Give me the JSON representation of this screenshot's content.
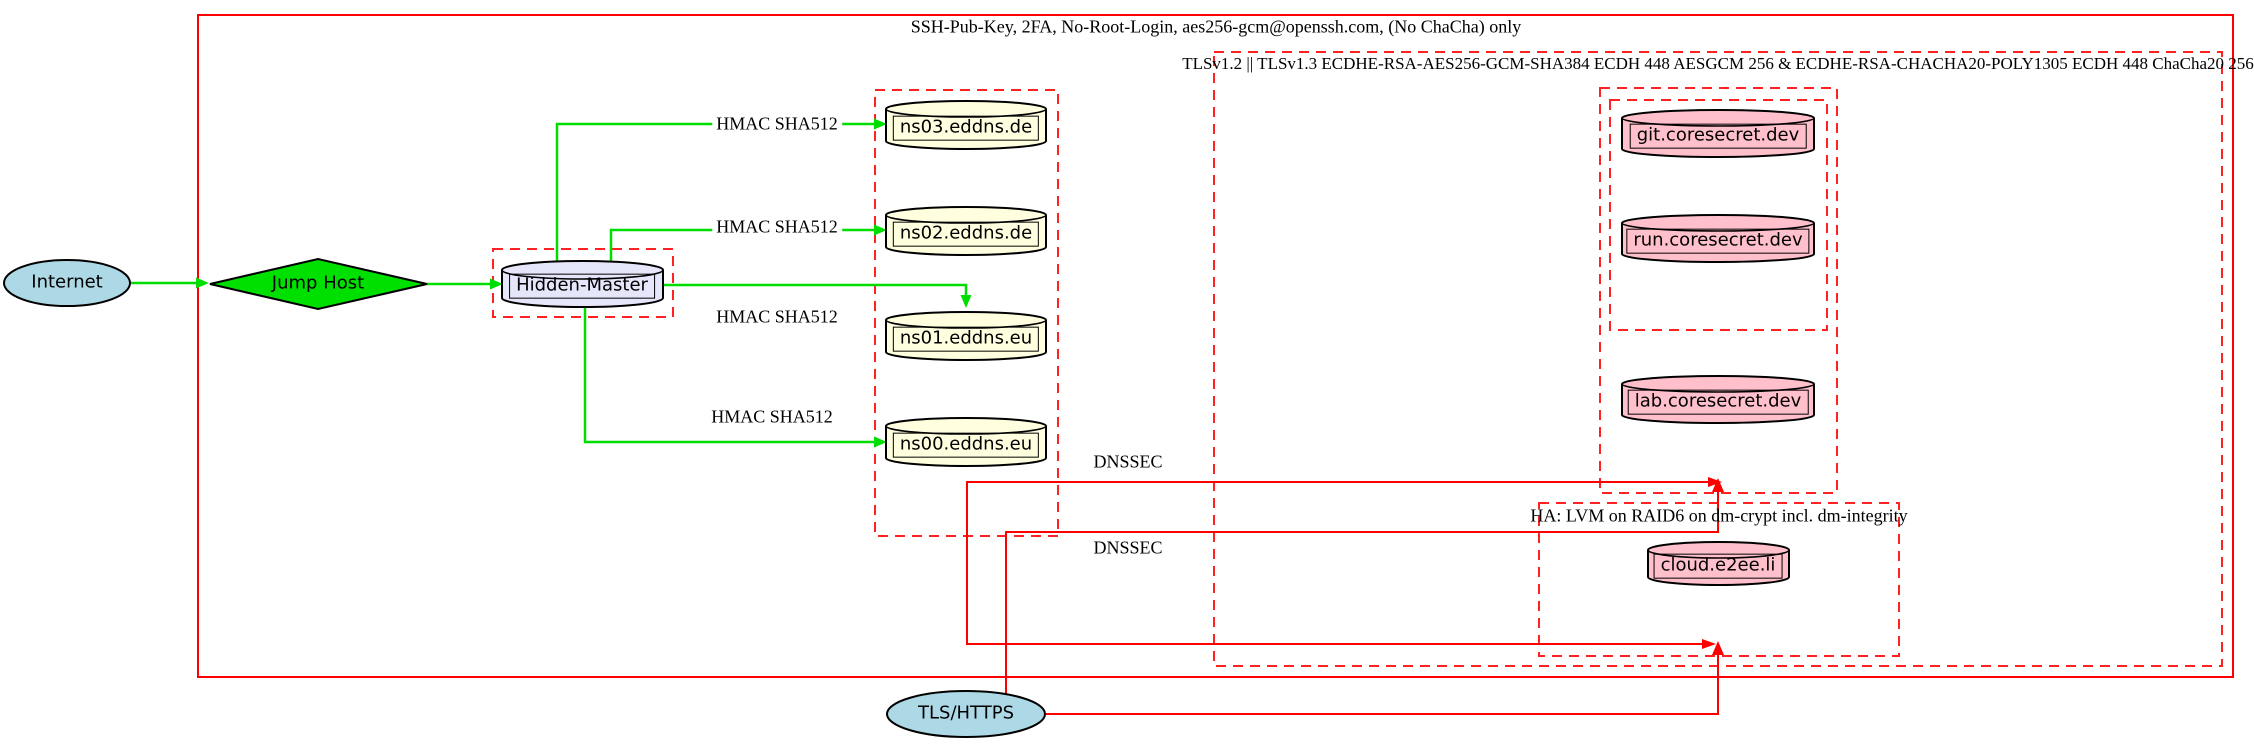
{
  "clusters": {
    "ssh": {
      "label": "SSH-Pub-Key, 2FA, No-Root-Login, aes256-gcm@openssh.com, (No ChaCha) only"
    },
    "tls": {
      "label": "TLSv1.2 || TLSv1.3 ECDHE-RSA-AES256-GCM-SHA384 ECDH 448 AESGCM 256 & ECDHE-RSA-CHACHA20-POLY1305 ECDH 448 ChaCha20 256"
    },
    "ha": {
      "label": "HA: LVM on RAID6 on dm-crypt incl. dm-integrity"
    }
  },
  "nodes": {
    "internet": {
      "label": "Internet",
      "shape": "ellipse",
      "fill": "#add8e6"
    },
    "jump_host": {
      "label": "Jump Host",
      "shape": "diamond",
      "fill": "#00e000"
    },
    "hidden_master": {
      "label": "Hidden-Master",
      "shape": "cylinder",
      "fill": "#e6e6fa"
    },
    "ns03": {
      "label": "ns03.eddns.de",
      "shape": "cylinder",
      "fill": "#ffffe0"
    },
    "ns02": {
      "label": "ns02.eddns.de",
      "shape": "cylinder",
      "fill": "#ffffe0"
    },
    "ns01": {
      "label": "ns01.eddns.eu",
      "shape": "cylinder",
      "fill": "#ffffe0"
    },
    "ns00": {
      "label": "ns00.eddns.eu",
      "shape": "cylinder",
      "fill": "#ffffe0"
    },
    "git": {
      "label": "git.coresecret.dev",
      "shape": "cylinder",
      "fill": "#ffc0cb"
    },
    "run": {
      "label": "run.coresecret.dev",
      "shape": "cylinder",
      "fill": "#ffc0cb"
    },
    "lab": {
      "label": "lab.coresecret.dev",
      "shape": "cylinder",
      "fill": "#ffc0cb"
    },
    "cloud": {
      "label": "cloud.e2ee.li",
      "shape": "cylinder",
      "fill": "#ffc0cb"
    },
    "tls_https": {
      "label": "TLS/HTTPS",
      "shape": "ellipse",
      "fill": "#add8e6"
    }
  },
  "edge_labels": {
    "hmac_sha512": "HMAC SHA512",
    "dnssec": "DNSSEC"
  },
  "colors": {
    "secure_edge_green": "#00dd00",
    "edge_red": "#fe0000",
    "cluster_border_red": "#ff2222",
    "node_border_black": "#000000",
    "background": "#ffffff"
  }
}
